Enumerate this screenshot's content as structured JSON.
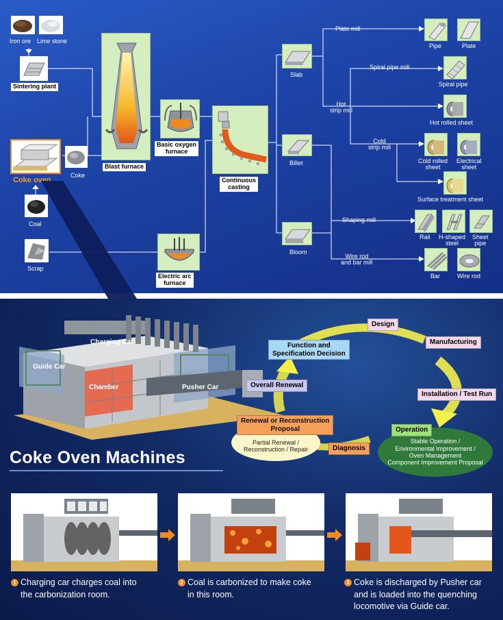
{
  "flow": {
    "iron_ore": "Iron ore",
    "lime_stone": "Lime stone",
    "sintering_plant": "Sintering plant",
    "coke_oven": "Coke oven",
    "coke": "Coke",
    "coal": "Coal",
    "scrap": "Scrap",
    "blast_furnace": "Blast furnace",
    "basic_oxygen_furnace": [
      "Basic oxygen",
      "furnace"
    ],
    "electric_arc_furnace": [
      "Electric arc",
      "furnace"
    ],
    "continuous_casting": [
      "Continuous",
      "casting"
    ],
    "slab": "Slab",
    "billet": "Billet",
    "bloom": "Bloom",
    "plate_mill": "Plate mill",
    "hot_strip_mill": [
      "Hot",
      "strip mill"
    ],
    "spiral_pipe_mill": "Spiral pipe mill",
    "cold_strip_mill": [
      "Cold",
      "strip mill"
    ],
    "shaping_mill": "Shaping mill",
    "wire_rod_bar_mill": [
      "Wire rod",
      "and bar mill"
    ],
    "pipe": "Pipe",
    "plate": "Plate",
    "spiral_pipe": "Spiral pipe",
    "hot_rolled_sheet": "Hot rolled sheet",
    "cold_rolled_sheet": [
      "Cold rolled",
      "sheet"
    ],
    "electrical_sheet": [
      "Electrical",
      "sheet"
    ],
    "surface_treatment_sheet": "Surface treatment sheet",
    "rail": "Rail",
    "h_shaped_steel": [
      "H-shaped",
      "steel"
    ],
    "sheet_pipe": [
      "Sheet",
      "pipe"
    ],
    "bar": "Bar",
    "wire_rod": "Wire rod"
  },
  "machine": {
    "charging_car": "Charging Car",
    "guide_car": "Guide Car",
    "chamber": "Chamber",
    "pusher_car": "Pusher Car"
  },
  "cycle": {
    "design": "Design",
    "manufacturing": "Manufacturing",
    "installation": "Installation / Test Run",
    "operation": "Operation",
    "operation_detail": [
      "Stable Operation /",
      "Environmental Improvement /",
      "Oven Management",
      "Component Improvement Proposal"
    ],
    "diagnosis": "Diagnosis",
    "renewal_proposal": [
      "Renewal or Reconstruction",
      "Proposal"
    ],
    "renewal_detail": [
      "Partial Renewal /",
      "Reconstruction / Repair"
    ],
    "overall_renewal": "Overall Renewal",
    "function_spec": [
      "Function and",
      "Specification Decision"
    ]
  },
  "title": "Coke Oven Machines",
  "steps": [
    {
      "num": "1",
      "text": [
        "Charging car charges coal into",
        "the carbonization room."
      ]
    },
    {
      "num": "2",
      "text": [
        "Coal is carbonized to make coke",
        "in this room."
      ]
    },
    {
      "num": "3",
      "text": [
        "Coke is discharged by Pusher car",
        "and is loaded into the quenching",
        "locomotive via Guide car."
      ]
    }
  ],
  "colors": {
    "flow_bg": "#1d44a8",
    "lower_bg": "#122a66",
    "accent_orange": "#f08a1e",
    "yellow_box": "#d4eec0",
    "design_tag": "#f3d8ea",
    "function_tag": "#a9d8f5",
    "overall_tag": "#c9c6f0",
    "renewal_tag": "#f3a05a",
    "operation_tag": "#9fe07a",
    "operation_oval": "#2f7a3a",
    "renewal_oval": "#fbf6c8"
  }
}
